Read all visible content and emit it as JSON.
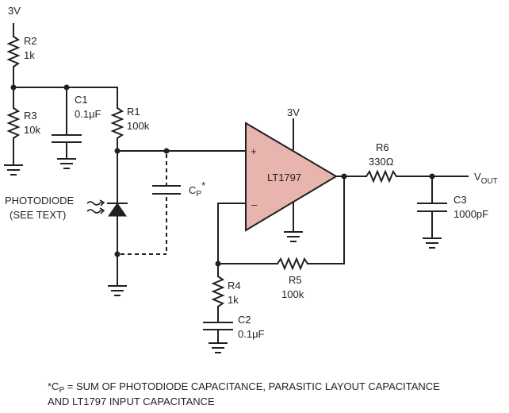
{
  "supply": {
    "top": "3V",
    "opamp": "3V"
  },
  "resistors": {
    "r1": {
      "name": "R1",
      "value": "100k"
    },
    "r2": {
      "name": "R2",
      "value": "1k"
    },
    "r3": {
      "name": "R3",
      "value": "10k"
    },
    "r4": {
      "name": "R4",
      "value": "1k"
    },
    "r5": {
      "name": "R5",
      "value": "100k"
    },
    "r6": {
      "name": "R6",
      "value": "330Ω"
    }
  },
  "capacitors": {
    "c1": {
      "name": "C1",
      "value": "0.1μF"
    },
    "c2": {
      "name": "C2",
      "value": "0.1μF"
    },
    "c3": {
      "name": "C3",
      "value": "1000pF"
    },
    "cp": {
      "name": "C",
      "sub": "P",
      "star": "*"
    }
  },
  "photodiode": {
    "line1": "PHOTODIODE",
    "line2": "(SEE TEXT)"
  },
  "opamp": {
    "name": "LT1797",
    "plus": "+",
    "minus": "–",
    "fill": "#e8b4ae"
  },
  "output": {
    "v": "V",
    "sub": "OUT"
  },
  "footnote": {
    "line1_pre": "*C",
    "line1_sub": "P",
    "line1_rest": " = SUM OF PHOTODIODE CAPACITANCE, PARASITIC LAYOUT CAPACITANCE",
    "line2": "AND LT1797 INPUT CAPACITANCE"
  }
}
